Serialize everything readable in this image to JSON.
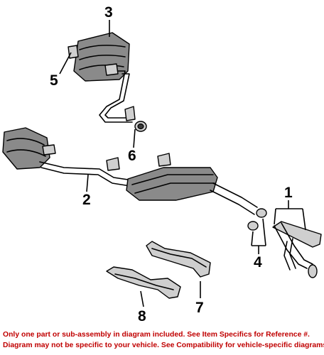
{
  "callouts": {
    "c1": "1",
    "c2": "2",
    "c3": "3",
    "c4": "4",
    "c5": "5",
    "c6": "6",
    "c7": "7",
    "c8": "8"
  },
  "footer": {
    "line1": "Only one part or sub-assembly in diagram included. See Item Specifics for Reference #.",
    "line2": "Diagram may not be specific to your vehicle. See Compatibility for vehicle-specific diagrams."
  },
  "colors": {
    "footer_text": "#c00000",
    "line_art": "#000000",
    "shading": "#8a8a8a"
  }
}
